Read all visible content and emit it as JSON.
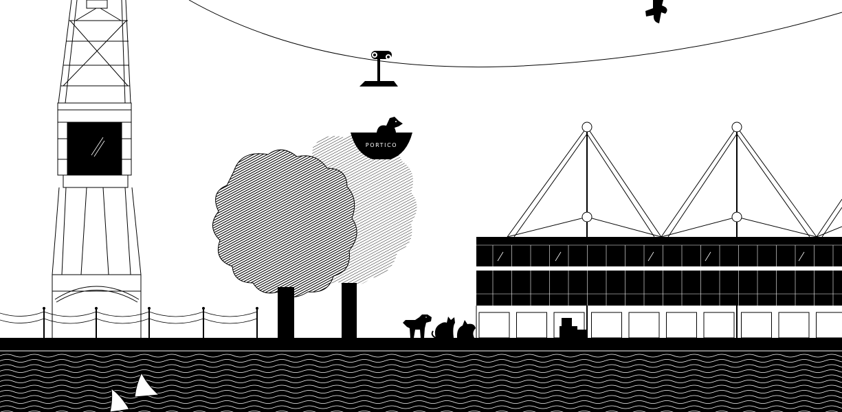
{
  "scene": {
    "sign": {
      "label": "PORTICO"
    }
  },
  "colors": {
    "ink": "#000000",
    "paper": "#ffffff"
  },
  "icons": [
    "harbour-crane",
    "cable-car",
    "bird",
    "mascot-dog",
    "deciduous-tree",
    "hatched-tree",
    "exhibition-hall",
    "dog",
    "cat",
    "boxes",
    "shark-fin",
    "waves"
  ]
}
